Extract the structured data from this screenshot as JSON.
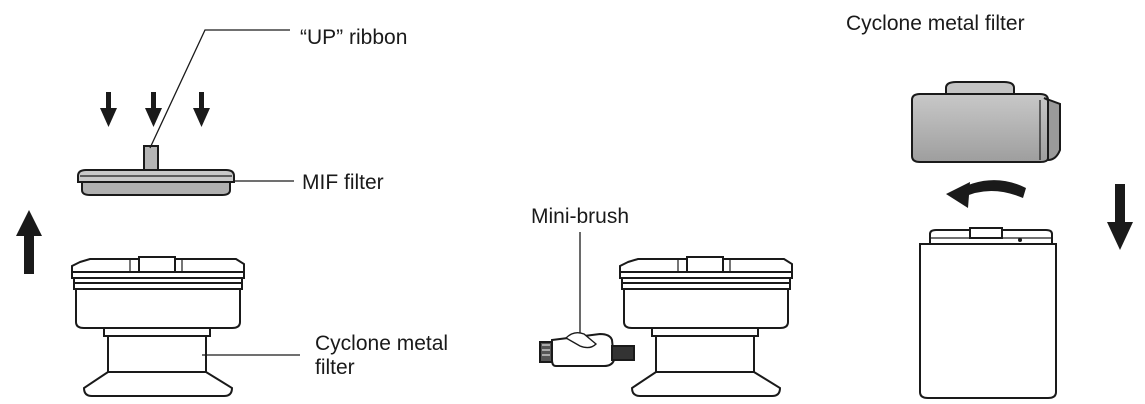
{
  "labels": {
    "up_ribbon": "“UP” ribbon",
    "mif_filter": "MIF filter",
    "cyclone_metal_filter_line1": "Cyclone metal",
    "cyclone_metal_filter_line2": "filter",
    "mini_brush": "Mini-brush",
    "cyclone_metal_filter_top": "Cyclone metal filter"
  },
  "colors": {
    "line": "#1a1a1a",
    "body_fill": "#ffffff",
    "filter_gray": "#b4b4b4",
    "dark_gray": "#8a8a8a",
    "arrow": "#1a1a1a"
  }
}
